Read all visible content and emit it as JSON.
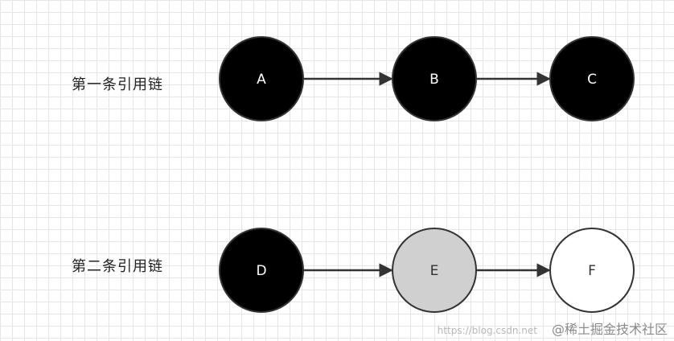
{
  "rows": [
    {
      "label": "第一条引用链",
      "nodes": [
        {
          "id": "A",
          "label": "A",
          "fill": "#000000",
          "text_color": "#ffffff"
        },
        {
          "id": "B",
          "label": "B",
          "fill": "#000000",
          "text_color": "#ffffff"
        },
        {
          "id": "C",
          "label": "C",
          "fill": "#000000",
          "text_color": "#ffffff"
        }
      ]
    },
    {
      "label": "第二条引用链",
      "nodes": [
        {
          "id": "D",
          "label": "D",
          "fill": "#000000",
          "text_color": "#ffffff"
        },
        {
          "id": "E",
          "label": "E",
          "fill": "#d0d0d0",
          "text_color": "#333333"
        },
        {
          "id": "F",
          "label": "F",
          "fill": "#ffffff",
          "text_color": "#333333"
        }
      ]
    }
  ],
  "edges": [
    {
      "from": "A",
      "to": "B"
    },
    {
      "from": "B",
      "to": "C"
    },
    {
      "from": "D",
      "to": "E"
    },
    {
      "from": "E",
      "to": "F"
    }
  ],
  "colors": {
    "node_stroke": "#333333",
    "edge": "#333333"
  },
  "watermark": {
    "text": "@稀土掘金技术社区",
    "url": "https://blog.csdn.net"
  }
}
